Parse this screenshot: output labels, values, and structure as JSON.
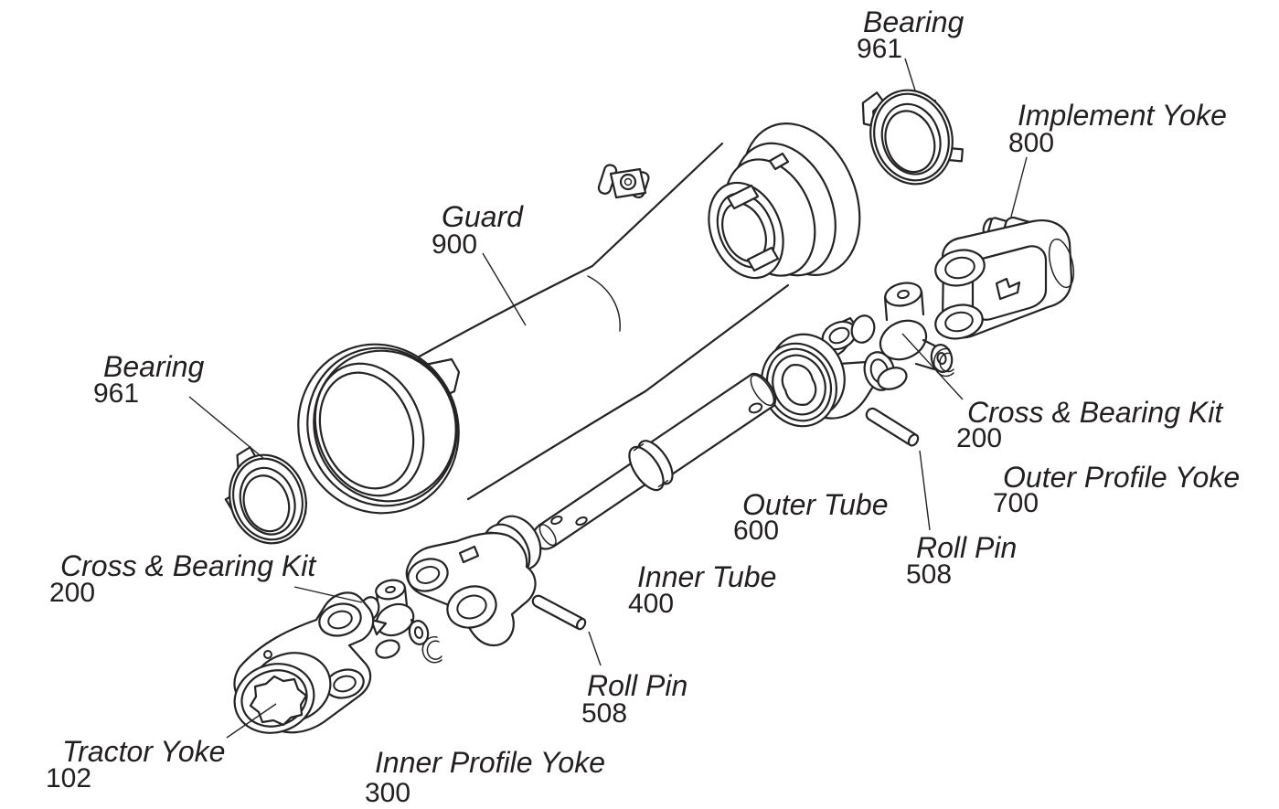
{
  "diagram": {
    "kind": "exploded-parts-diagram",
    "background": "#ffffff",
    "line_color": "#262323",
    "text_color": "#231f20",
    "labels": [
      {
        "part": "bearing-top",
        "name": "Bearing",
        "number": "961"
      },
      {
        "part": "implement-yoke",
        "name": "Implement Yoke",
        "number": "800"
      },
      {
        "part": "guard",
        "name": "Guard",
        "number": "900"
      },
      {
        "part": "bearing-left",
        "name": "Bearing",
        "number": "961"
      },
      {
        "part": "cross-bearing-kit-right",
        "name": "Cross & Bearing Kit",
        "number": "200"
      },
      {
        "part": "outer-profile-yoke",
        "name": "Outer Profile Yoke",
        "number": "700"
      },
      {
        "part": "roll-pin-right",
        "name": "Roll Pin",
        "number": "508"
      },
      {
        "part": "outer-tube",
        "name": "Outer Tube",
        "number": "600"
      },
      {
        "part": "inner-tube",
        "name": "Inner Tube",
        "number": "400"
      },
      {
        "part": "cross-bearing-kit-left",
        "name": "Cross & Bearing Kit",
        "number": "200"
      },
      {
        "part": "roll-pin-bottom",
        "name": "Roll Pin",
        "number": "508"
      },
      {
        "part": "tractor-yoke",
        "name": "Tractor Yoke",
        "number": "102"
      },
      {
        "part": "inner-profile-yoke",
        "name": "Inner Profile Yoke",
        "number": "300"
      }
    ]
  }
}
